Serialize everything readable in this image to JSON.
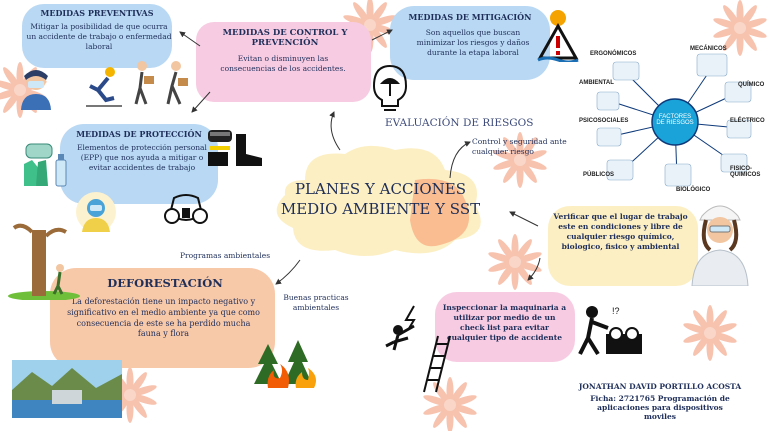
{
  "center": {
    "title": "PLANES Y ACCIONES MEDIO AMBIENTE Y SST"
  },
  "preventivas": {
    "title": "MEDIDAS PREVENTIVAS",
    "text": "Mitigar la posibilidad de que ocurra un accidente de trabajo o enfermedad laboral"
  },
  "control": {
    "title": "MEDIDAS DE CONTROL Y PREVENCIÓN",
    "text": "Evitan o disminuyen las consecuencias de los accidentes."
  },
  "mitigacion": {
    "title": "MEDIDAS DE MITIGACIÓN",
    "text": "Son aquellos que buscan minimizar los riesgos y daños durante la etapa laboral"
  },
  "proteccion": {
    "title": "MEDIDAS DE PROTECCIÓN",
    "text": "Elementos de protección personal (EPP) que nos ayuda a mitigar o evitar accidentes de trabajo"
  },
  "evaluacion": {
    "title": "EVALUACIÓN DE RIESGOS",
    "text": "Control y seguridad ante cualquier riesgo"
  },
  "factores": {
    "center": "FACTORES DE RIESGOS",
    "items": [
      "ERGONÓMICOS",
      "MECÁNICOS",
      "AMBIENTAL",
      "QUÍMICO",
      "PSICOSOCIALES",
      "ELÉCTRICO",
      "PÚBLICOS",
      "FISICO-QUIMICOS",
      "BIOLÓGICO"
    ]
  },
  "verificar": {
    "text": "Verificar que el lugar de trabajo este en condiciones y libre de cualquier riesgo químico, biologico, fisico y ambiental"
  },
  "inspeccionar": {
    "text": "Inspeccionar la maquinaria a utilizar por medio de un check list para evitar cualquier tipo de accidente"
  },
  "programas": {
    "label": "Programas ambientales"
  },
  "buenas": {
    "label": "Buenas practicas ambientales"
  },
  "deforestacion": {
    "title": "DEFORESTACIÓN",
    "text": "La deforestación tiene un impacto negativo y significativo en el medio ambiente ya que como consecuencia de este se ha perdido mucha fauna y flora"
  },
  "author": {
    "name": "JONATHAN DAVID PORTILLO ACOSTA",
    "ficha": "Ficha: 2721765 Programación de aplicaciones para dispositivos moviles"
  },
  "colors": {
    "blue_box": "#b9d8f3",
    "pink_box": "#f7cce3",
    "peach_box": "#f8c9a9",
    "yellow_box": "#fcefc4",
    "salmon_box": "#f9b488",
    "flower": "#f7c7b5",
    "navy": "#1f2f5a",
    "center_text": "#1e2d55"
  },
  "icons": [
    "mask-person-icon",
    "fall-worker-icon",
    "lifting-worker-icon",
    "umbrella-bulb-icon",
    "warning-flood-icon",
    "gloves-sanitizer-icon",
    "goggles-boots-icon",
    "hazmat-icon",
    "respirator-icon",
    "tree-cutting-icon",
    "forest-fire-icon",
    "dam-landscape-icon",
    "engineer-woman-icon",
    "electric-shock-icon",
    "ladder-fall-icon",
    "machine-accident-icon"
  ]
}
